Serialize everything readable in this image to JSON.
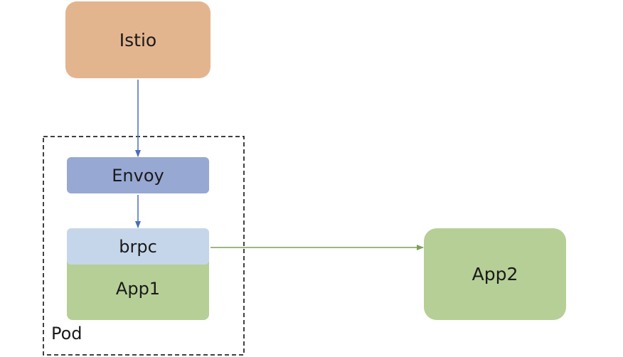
{
  "diagram": {
    "nodes": {
      "istio": "Istio",
      "envoy": "Envoy",
      "brpc": "brpc",
      "app1": "App1",
      "app2": "App2"
    },
    "group_label": "Pod"
  },
  "colors": {
    "istio_fill": "#e3b58f",
    "envoy_fill": "#97a8d3",
    "brpc_fill": "#c6d6ea",
    "app_fill": "#b6cf96",
    "arrow_blue": "#4a6db8",
    "arrow_green": "#7aa158",
    "pod_border": "#000000"
  }
}
